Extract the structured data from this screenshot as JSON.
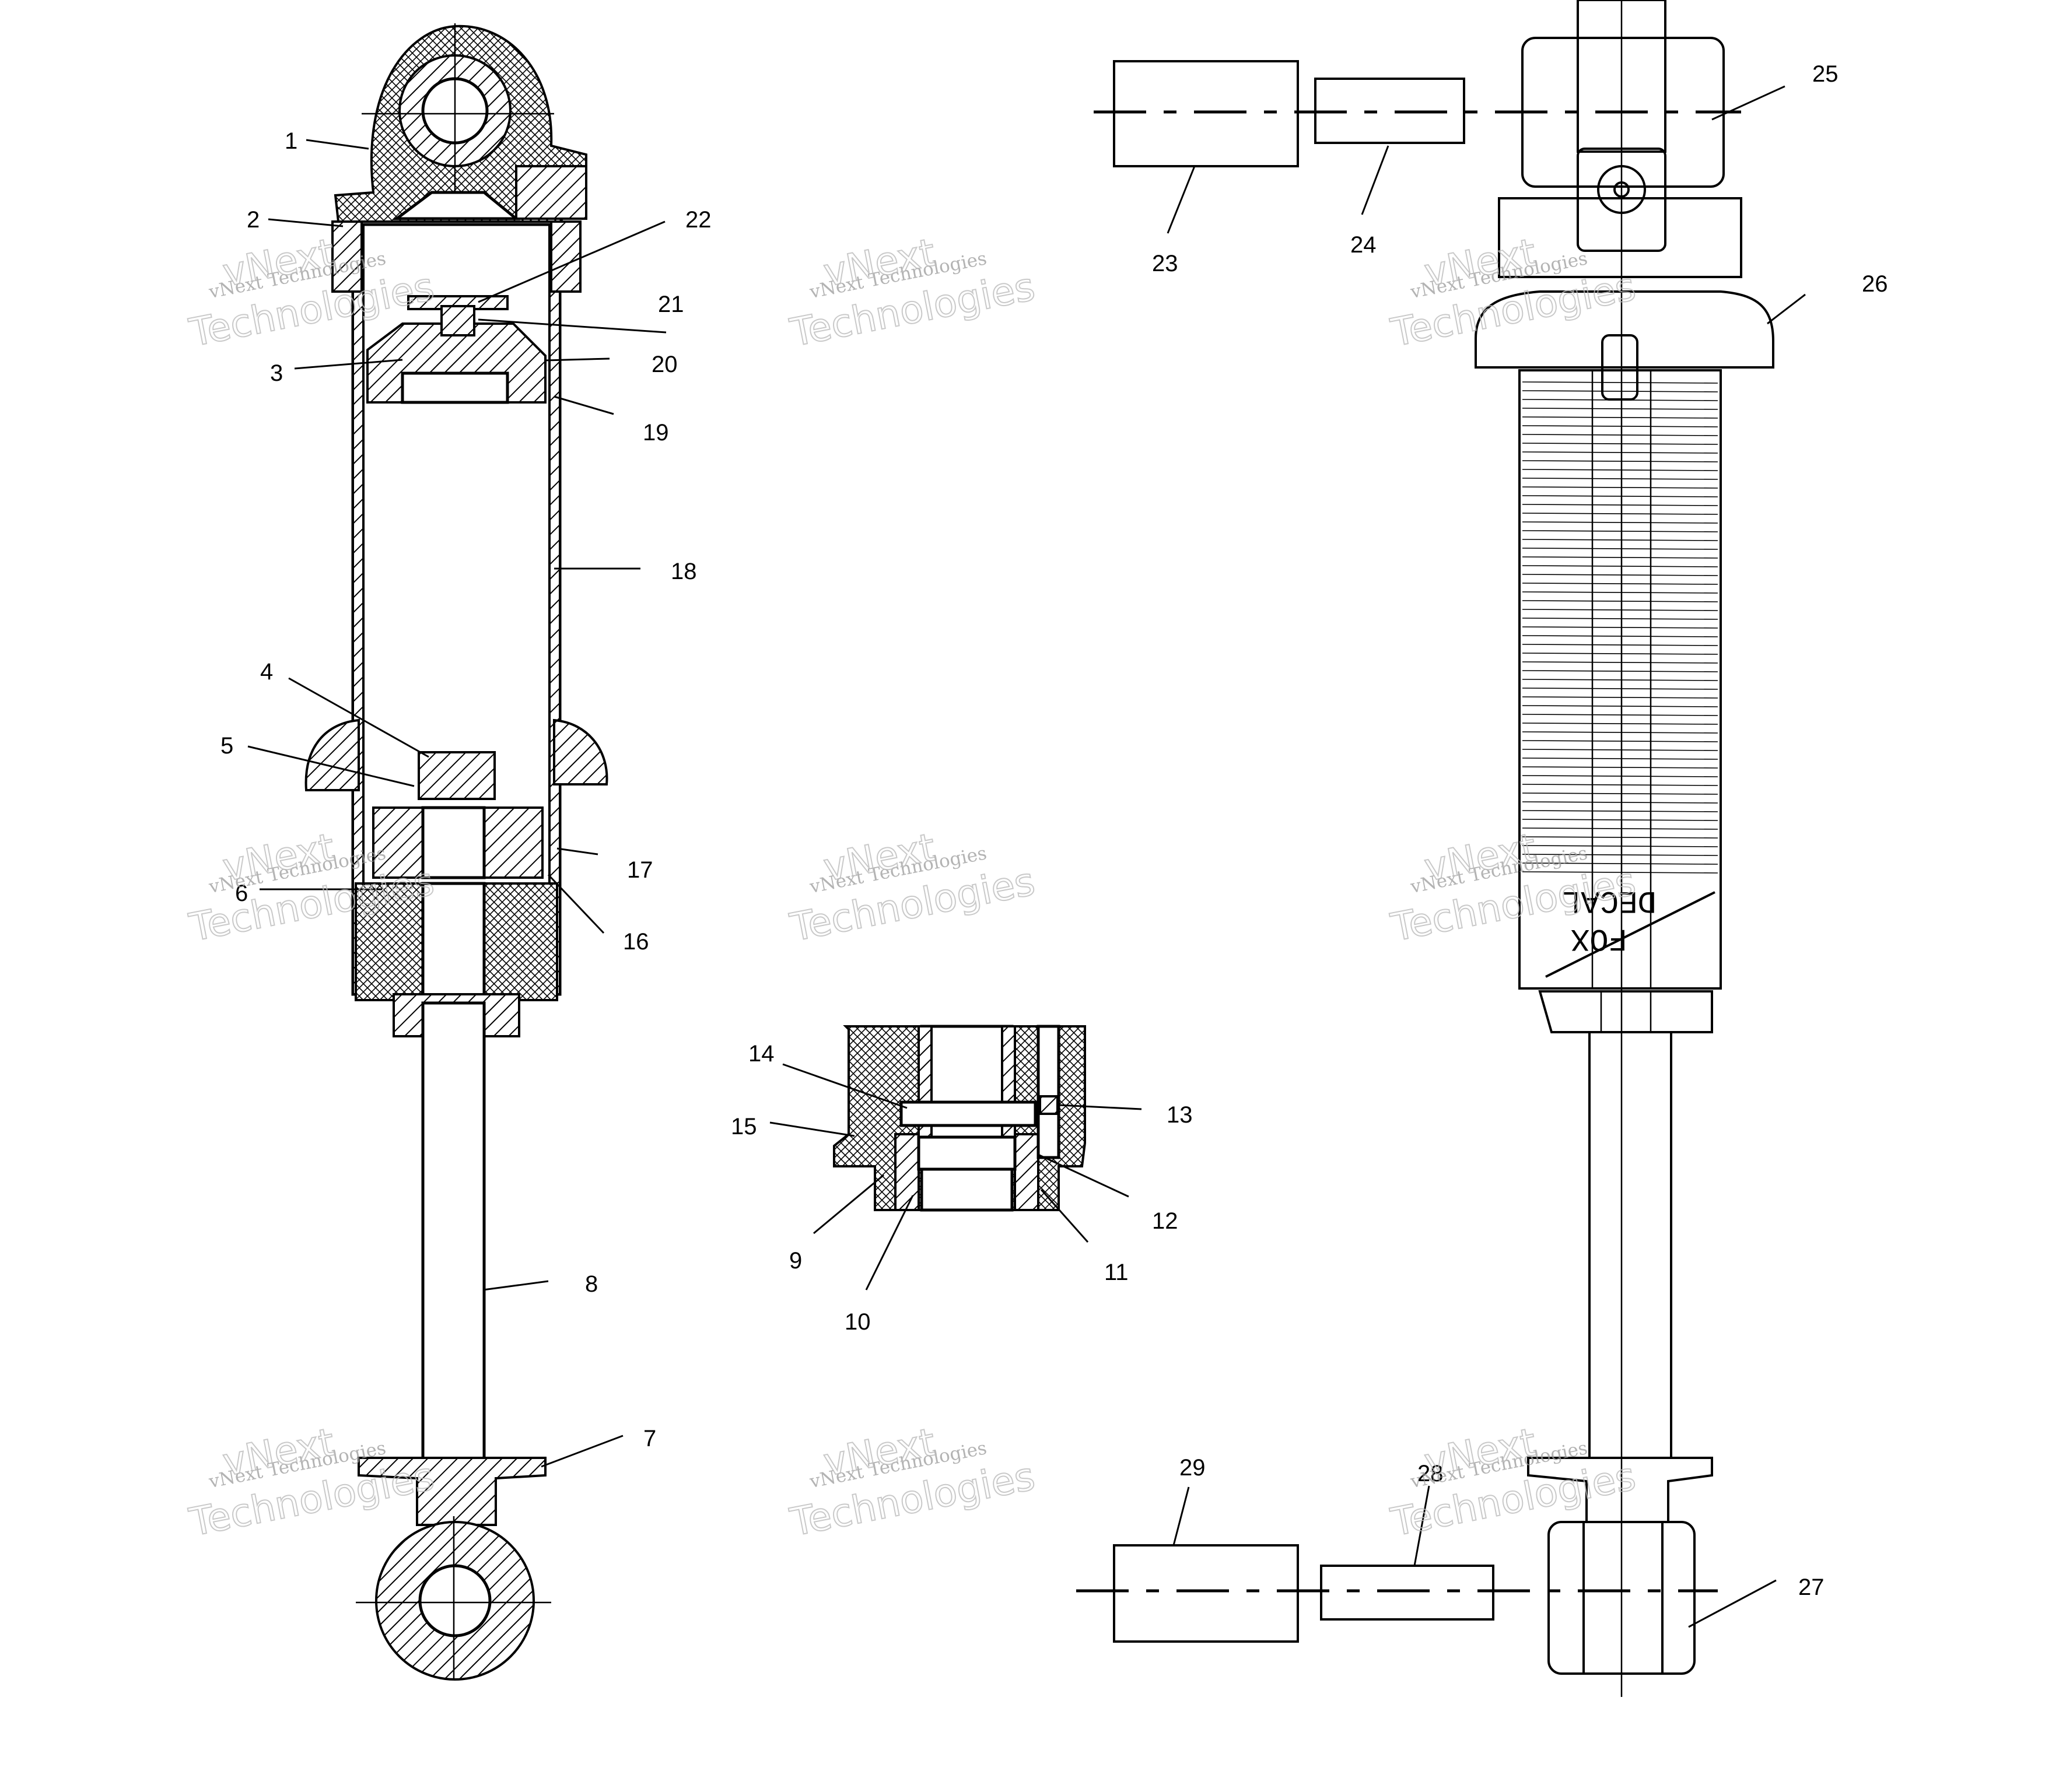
{
  "colors": {
    "ink": "#000000",
    "paper": "#ffffff",
    "watermark": "#9a9a9a"
  },
  "decal_text": [
    "FOX",
    "DECAL"
  ],
  "watermark": {
    "line1": "vNext Technologies",
    "line2a": "vNext",
    "line2b": "Technologies"
  },
  "callouts": [
    {
      "id": "c1",
      "label": "1"
    },
    {
      "id": "c2",
      "label": "2"
    },
    {
      "id": "c3",
      "label": "3"
    },
    {
      "id": "c4",
      "label": "4"
    },
    {
      "id": "c5",
      "label": "5"
    },
    {
      "id": "c6",
      "label": "6"
    },
    {
      "id": "c7",
      "label": "7"
    },
    {
      "id": "c8",
      "label": "8"
    },
    {
      "id": "c9",
      "label": "9"
    },
    {
      "id": "c10",
      "label": "10"
    },
    {
      "id": "c11",
      "label": "11"
    },
    {
      "id": "c12",
      "label": "12"
    },
    {
      "id": "c13",
      "label": "13"
    },
    {
      "id": "c14",
      "label": "14"
    },
    {
      "id": "c15",
      "label": "15"
    },
    {
      "id": "c16",
      "label": "16"
    },
    {
      "id": "c17",
      "label": "17"
    },
    {
      "id": "c18",
      "label": "18"
    },
    {
      "id": "c19",
      "label": "19"
    },
    {
      "id": "c20",
      "label": "20"
    },
    {
      "id": "c21",
      "label": "21"
    },
    {
      "id": "c22",
      "label": "22"
    },
    {
      "id": "c23",
      "label": "23"
    },
    {
      "id": "c24",
      "label": "24"
    },
    {
      "id": "c25",
      "label": "25"
    },
    {
      "id": "c26",
      "label": "26"
    },
    {
      "id": "c27",
      "label": "27"
    },
    {
      "id": "c28",
      "label": "28"
    },
    {
      "id": "c29",
      "label": "29"
    }
  ]
}
